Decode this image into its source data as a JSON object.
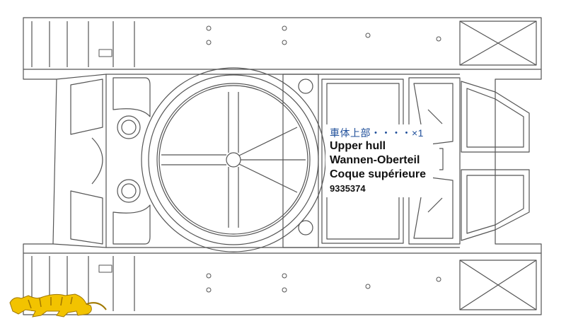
{
  "part": {
    "name_jp": "車体上部",
    "quantity": "・・・・×1",
    "name_en": "Upper hull",
    "name_de": "Wannen-Oberteil",
    "name_fr": "Coque supérieure",
    "part_number": "9335374"
  },
  "logo": {
    "name": "tiger-logo-icon",
    "color": "#f2c300"
  },
  "colors": {
    "line": "#555555",
    "label_jp": "#1f4f9a"
  }
}
